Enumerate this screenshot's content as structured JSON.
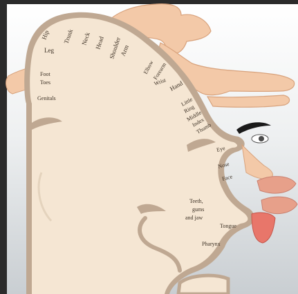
{
  "regions": {
    "hip": "Hip",
    "leg": "Leg",
    "trunk": "Trunk",
    "neck": "Neck",
    "head": "Head",
    "shoulder": "Shoulder",
    "arm": "Arm",
    "elbow": "Elbow",
    "forearm": "Forearm",
    "wrist": "Wrist",
    "hand": "Hand",
    "little": "Little",
    "ring": "Ring",
    "middle": "Middle",
    "index": "Index",
    "thumb": "Thumb",
    "foot": "Foot",
    "toes": "Toes",
    "genitals": "Genitals",
    "eye": "Eye",
    "nose": "Nose",
    "face": "Face",
    "teeth_1": "Teeth,",
    "teeth_2": "gums",
    "teeth_3": "and jaw",
    "tongue": "Tongue",
    "pharynx": "Pharynx"
  },
  "colors": {
    "cortex_fill": "#f5e6d3",
    "cortex_rim": "#bfa892",
    "skin": "#f3c9a8",
    "skin_outline": "#d8a27c",
    "lip": "#e7a08a",
    "tongue": "#e8766a",
    "brow": "#1a1a1a"
  }
}
